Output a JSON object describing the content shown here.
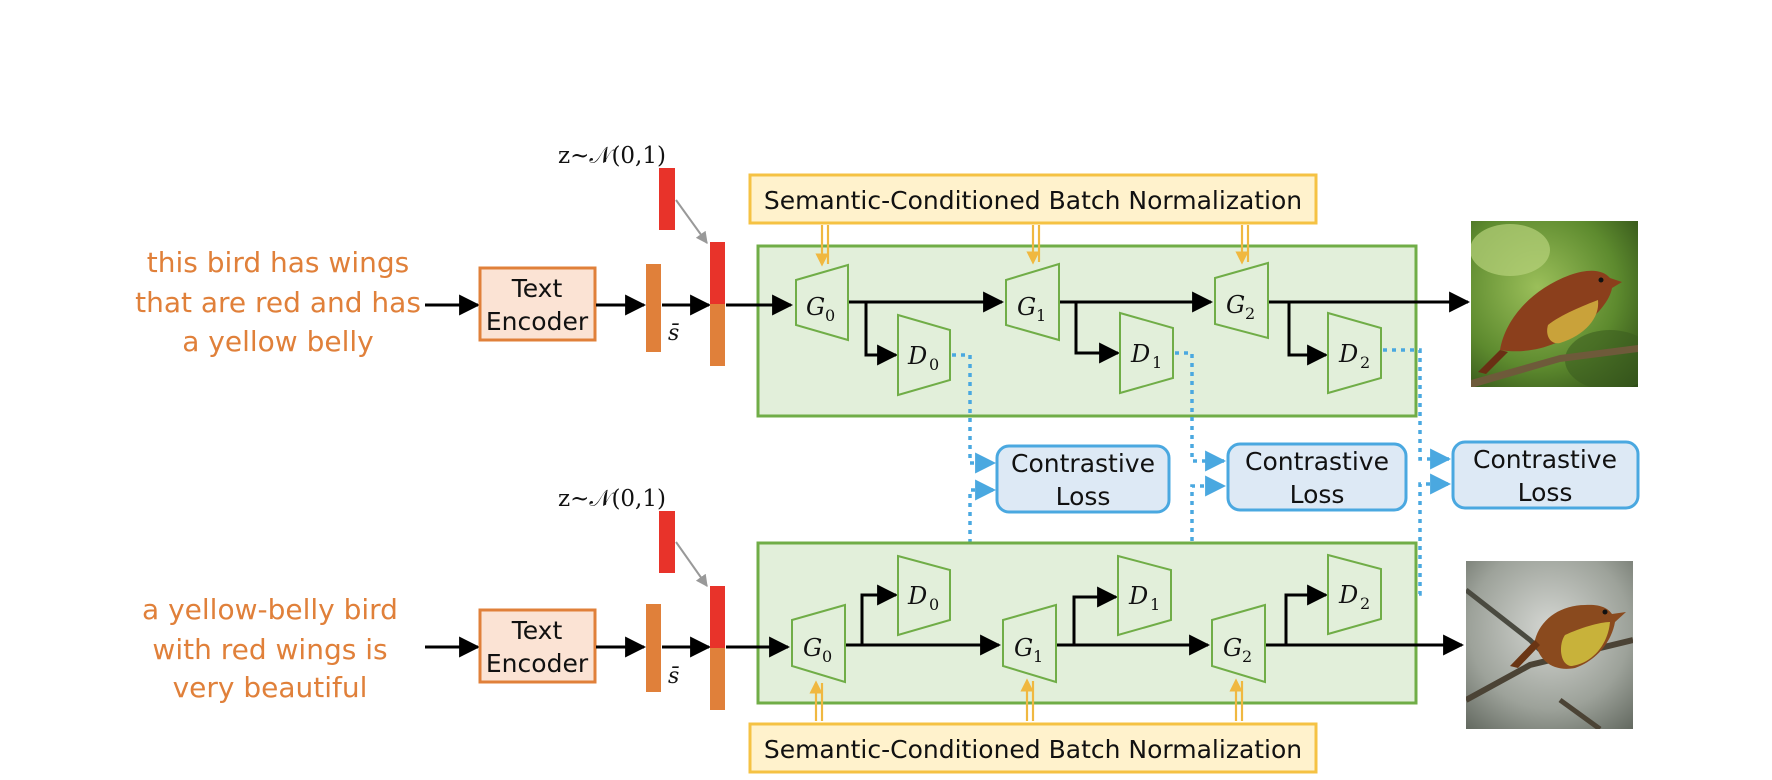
{
  "colors": {
    "caption": "#e0803a",
    "text_encoder_fill": "#fbe3d4",
    "text_encoder_stroke": "#e0803a",
    "sbn_fill": "#fff2cc",
    "sbn_stroke": "#f5c243",
    "stage_panel_fill": "#e2efda",
    "stage_panel_stroke": "#70ad47",
    "loss_fill": "#dde9f5",
    "loss_stroke": "#4aa8e0",
    "noise_bar": "#e8332a",
    "sentence_bar": "#e0803a",
    "dotted_link": "#4aa8e0"
  },
  "top": {
    "caption_lines": [
      "this bird has wings",
      "that are red and has",
      "a yellow belly"
    ],
    "text_encoder_lines": [
      "Text",
      "Encoder"
    ],
    "sentence_embedding_symbol": "s̄",
    "noise_label": "z~𝒩(0,1)",
    "sbn_label": "Semantic-Conditioned Batch Normalization",
    "generators": [
      {
        "sym": "G",
        "sub": "0"
      },
      {
        "sym": "G",
        "sub": "1"
      },
      {
        "sym": "G",
        "sub": "2"
      }
    ],
    "discriminators": [
      {
        "sym": "D",
        "sub": "0"
      },
      {
        "sym": "D",
        "sub": "1"
      },
      {
        "sym": "D",
        "sub": "2"
      }
    ]
  },
  "bottom": {
    "caption_lines": [
      "a yellow-belly bird",
      "with red wings is",
      "very beautiful"
    ],
    "text_encoder_lines": [
      "Text",
      "Encoder"
    ],
    "sentence_embedding_symbol": "s̄",
    "noise_label": "z~𝒩(0,1)",
    "sbn_label": "Semantic-Conditioned Batch Normalization",
    "generators": [
      {
        "sym": "G",
        "sub": "0"
      },
      {
        "sym": "G",
        "sub": "1"
      },
      {
        "sym": "G",
        "sub": "2"
      }
    ],
    "discriminators": [
      {
        "sym": "D",
        "sub": "0"
      },
      {
        "sym": "D",
        "sub": "1"
      },
      {
        "sym": "D",
        "sub": "2"
      }
    ]
  },
  "losses": [
    {
      "lines": [
        "Contrastive",
        "Loss"
      ]
    },
    {
      "lines": [
        "Contrastive",
        "Loss"
      ]
    },
    {
      "lines": [
        "Contrastive",
        "Loss"
      ]
    }
  ],
  "images": [
    {
      "name": "generated-bird-top",
      "subject": "reddish-brown bird with yellow belly on a branch, green background"
    },
    {
      "name": "generated-bird-bottom",
      "subject": "reddish-brown bird with yellow belly on a branch, grey background"
    }
  ]
}
